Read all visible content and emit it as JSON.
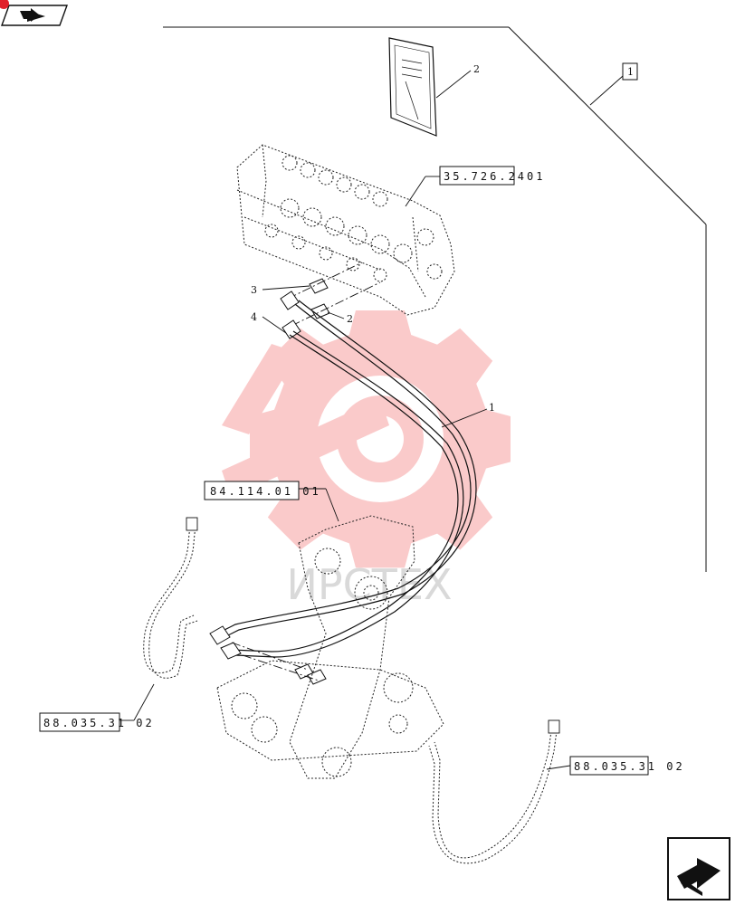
{
  "references": {
    "top_right": "35.726.2401",
    "middle_left": "84.114.01 01",
    "bottom_left": "88.035.31 02",
    "bottom_right": "88.035.31 02"
  },
  "callouts": {
    "kit": "1",
    "manual": "2",
    "hose": "1",
    "adapter_top": "3",
    "adapter_right": "2",
    "hose_left": "4"
  },
  "watermark": {
    "text": "ИРСТЕХ",
    "color": "#f26b6b"
  },
  "icons": {
    "top_left": "book-arrow-icon",
    "bottom_right": "next-page-arrow-icon"
  }
}
